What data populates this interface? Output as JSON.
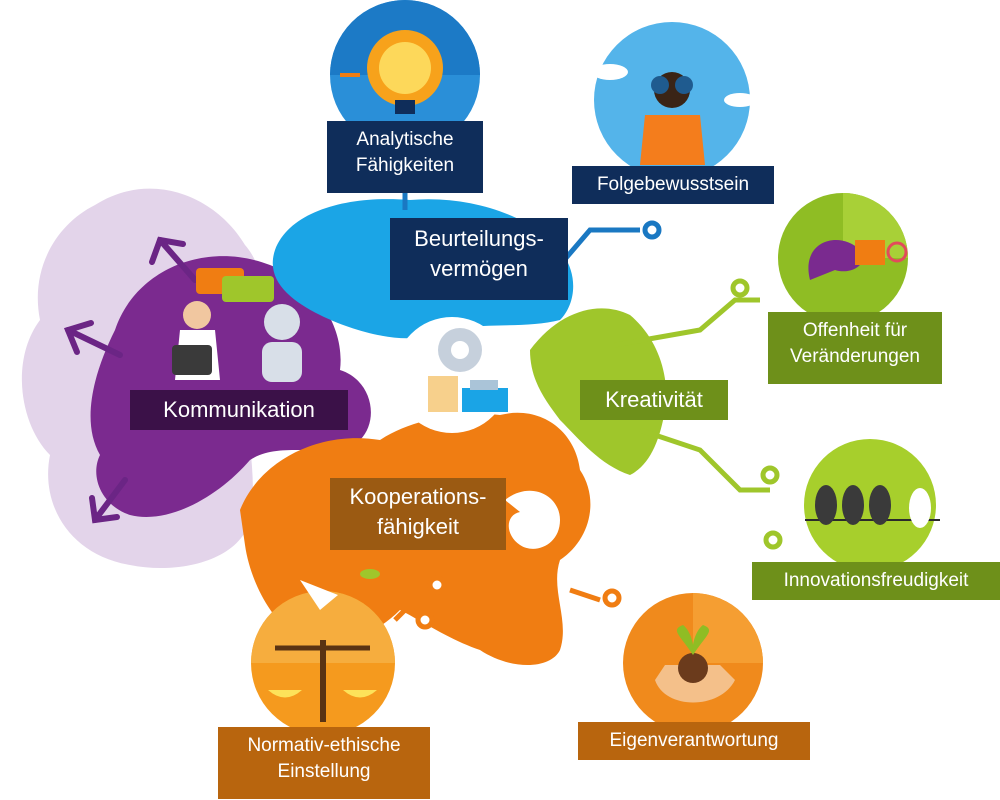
{
  "center_icon": "tools-gear-icon",
  "colors": {
    "blue": "#1aa4e6",
    "purple": "#7a2a8e",
    "lavender": "#e2d3ea",
    "green": "#9ec52a",
    "orange": "#f07c12",
    "navy": "#0f2d5a"
  },
  "branches": {
    "beurteilung": {
      "label_line1": "Beurteilungs-",
      "label_line2": "vermögen",
      "children": {
        "analytisch": {
          "line1": "Analytische",
          "line2": "Fähigkeiten",
          "icon": "brain-lightbulb-icon"
        },
        "folge": {
          "label": "Folgebewusstsein",
          "icon": "binoculars-person-icon"
        }
      }
    },
    "kommunikation": {
      "label": "Kommunikation",
      "icon": "person-and-robot-icon"
    },
    "kreativitaet": {
      "label": "Kreativität",
      "children": {
        "offenheit": {
          "line1": "Offenheit für",
          "line2": "Veränderungen",
          "icon": "chameleon-icon"
        },
        "innovation": {
          "label": "Innovationsfreudigkeit",
          "icon": "birds-on-wire-icon"
        }
      }
    },
    "kooperation": {
      "label_line1": "Kooperations-",
      "label_line2": "fähigkeit",
      "children": {
        "normativ": {
          "line1": "Normativ-ethische",
          "line2": "Einstellung",
          "icon": "scales-dove-icon"
        },
        "eigen": {
          "label": "Eigenverantwortung",
          "icon": "hands-seedling-icon"
        }
      }
    }
  }
}
